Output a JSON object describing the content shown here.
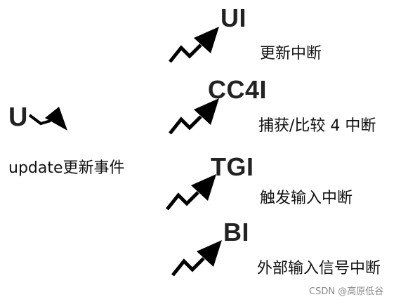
{
  "left": {
    "symbol": "U",
    "description": "update更新事件"
  },
  "events": [
    {
      "symbol": "UI",
      "description": "更新中断"
    },
    {
      "symbol": "CC4I",
      "description": "捕获/比较 4 中断"
    },
    {
      "symbol": "TGI",
      "description": "触发输入中断"
    },
    {
      "symbol": "BI",
      "description": "外部输入信号中断"
    }
  ],
  "watermark": "CSDN @高原低谷",
  "colors": {
    "arrow": "#000000",
    "text": "#111111",
    "symbol": "#222222",
    "watermark": "#8a8a8a"
  },
  "icons": {
    "event_arrow": "zigzag-arrow-icon",
    "update_arrow": "update-arrow-icon"
  }
}
